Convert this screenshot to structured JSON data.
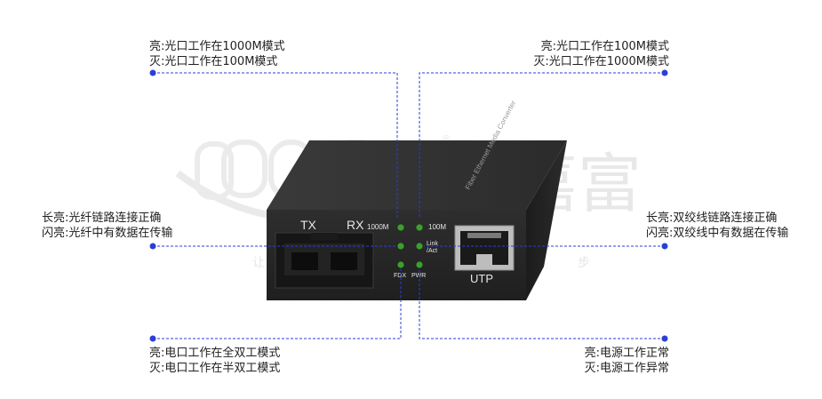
{
  "watermark": {
    "brand_cn": "嘉富",
    "registered": "®",
    "tag1": "让",
    "tag2": "步"
  },
  "device": {
    "label_tx": "TX",
    "label_rx": "RX",
    "label_1000m": "1000M",
    "label_100m": "100M",
    "label_link": "Link",
    "label_act": "/Act",
    "label_fdx": "FDX",
    "label_pwr": "PWR",
    "label_utp": "UTP",
    "top_print": "Fiber Ethernet Media Converter"
  },
  "annotations": {
    "top_left": [
      "亮:光口工作在1000M模式",
      "灭:光口工作在100M模式"
    ],
    "top_right": [
      "亮:光口工作在100M模式",
      "灭:光口工作在1000M模式"
    ],
    "mid_left": [
      "长亮:光纤链路连接正确",
      "闪亮:光纤中有数据在传输"
    ],
    "mid_right": [
      "长亮:双绞线链路连接正确",
      "闪亮:双绞线中有数据在传输"
    ],
    "bottom_left": [
      "亮:电口工作在全双工模式",
      "灭:电口工作在半双工模式"
    ],
    "bottom_right": [
      "亮:电源工作正常",
      "灭:电源工作异常"
    ]
  },
  "colors": {
    "line": "#2a3fd6",
    "led": "#3aa12a",
    "body": "#262626"
  }
}
